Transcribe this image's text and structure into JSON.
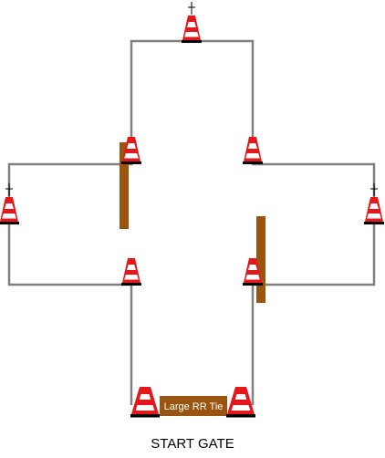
{
  "labels": {
    "tie": "Large RR Tie",
    "gate": "START GATE"
  },
  "colors": {
    "path": "#808080",
    "cone_red": "#e4171b",
    "cone_white": "#ffffff",
    "base": "#000000",
    "tie": "#99550f",
    "tie_text": "#ffffff"
  },
  "icons": {
    "cone": "traffic-cone-icon",
    "marker": "crosshair-icon",
    "tie": "railroad-tie"
  }
}
